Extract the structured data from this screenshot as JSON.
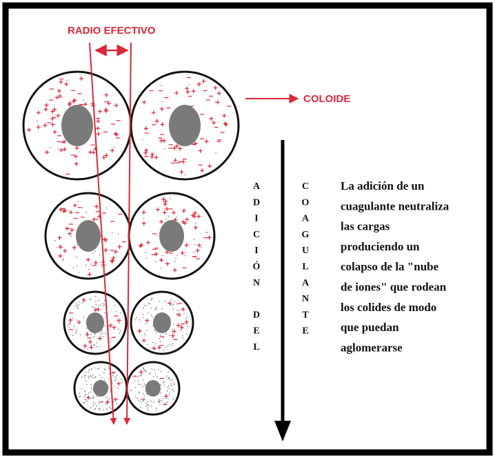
{
  "labels": {
    "radio_efectivo": "RADIO EFECTIVO",
    "coloide": "COLOIDE"
  },
  "vertical_texts": {
    "adicion_del": [
      "A",
      "D",
      "I",
      "C",
      "I",
      "Ó",
      "N",
      "",
      "D",
      "E",
      "L"
    ],
    "coagulante": [
      "C",
      "O",
      "A",
      "G",
      "U",
      "L",
      "A",
      "N",
      "T",
      "E"
    ]
  },
  "description": {
    "lines": [
      "La adición de un",
      "cuagulante neutraliza",
      "las cargas",
      "produciendo un",
      "colapso de la \"nube",
      "de iones\" que rodean",
      "los colides de modo",
      "que puedan",
      "aglomerarse"
    ]
  },
  "colors": {
    "accent_red": "#d8283a",
    "nucleus_gray": "#7a7a7a",
    "outline": "#111111",
    "frame": "#000000"
  },
  "icons": {
    "double_arrow": "double-headed-arrow-icon",
    "right_arrow": "right-arrow-icon",
    "down_arrow": "down-arrow-icon"
  }
}
